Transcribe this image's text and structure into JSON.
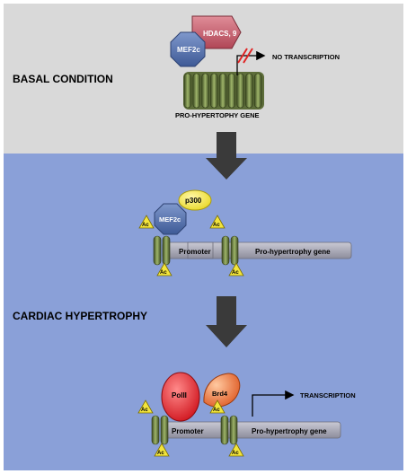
{
  "colors": {
    "top_panel": "#d9d9d9",
    "bottom_panel": "#8aa0d8",
    "mef2c": "#5b78b4",
    "hdacs": "#c7616f",
    "p300": "#f2e64e",
    "polii": "#e8262d",
    "brd4": "#f08a4a",
    "ac": "#f3e53c",
    "nucleosome": "#8aa05a",
    "arrow": "#404040"
  },
  "basal": {
    "section_label": "BASAL CONDITION",
    "hdacs_label": "HDACS, 9",
    "mef2c_label": "MEF2c",
    "no_transcription_label": "NO TRANSCRIPTION",
    "gene_label": "PRO-HYPERTOPHY GENE"
  },
  "middle": {
    "p300_label": "p300",
    "mef2c_label": "MEF2c",
    "ac_label": "Ac",
    "promoter_label": "Promoter",
    "gene_label": "Pro-hypertrophy gene"
  },
  "hypertrophy": {
    "section_label": "CARDIAC HYPERTROPHY",
    "polii_label": "PolII",
    "brd4_label": "Brd4",
    "transcription_label": "TRANSCRIPTION",
    "ac_label": "Ac",
    "promoter_label": "Promoter",
    "gene_label": "Pro-hypertrophy gene"
  }
}
